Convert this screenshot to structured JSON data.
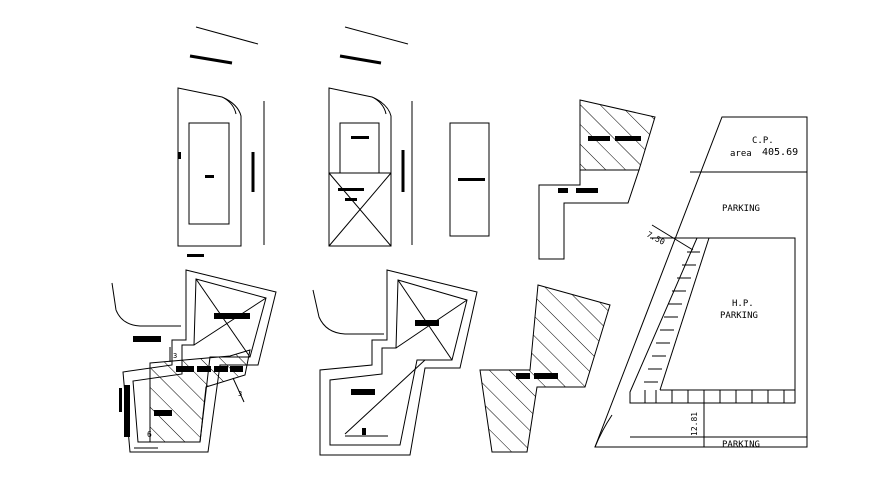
{
  "site_plan": {
    "cp_label": "C.P.",
    "area_label": "area",
    "area_value": "405.69",
    "parking_top": "PARKING",
    "hp_label": "H.P.",
    "hp_parking": "PARKING",
    "parking_bottom": "PARKING",
    "dim_top": "7.50",
    "dim_bottom": "12.81"
  },
  "plans": {
    "dim_a": "3",
    "dim_b": "3",
    "dim_c": "6"
  }
}
